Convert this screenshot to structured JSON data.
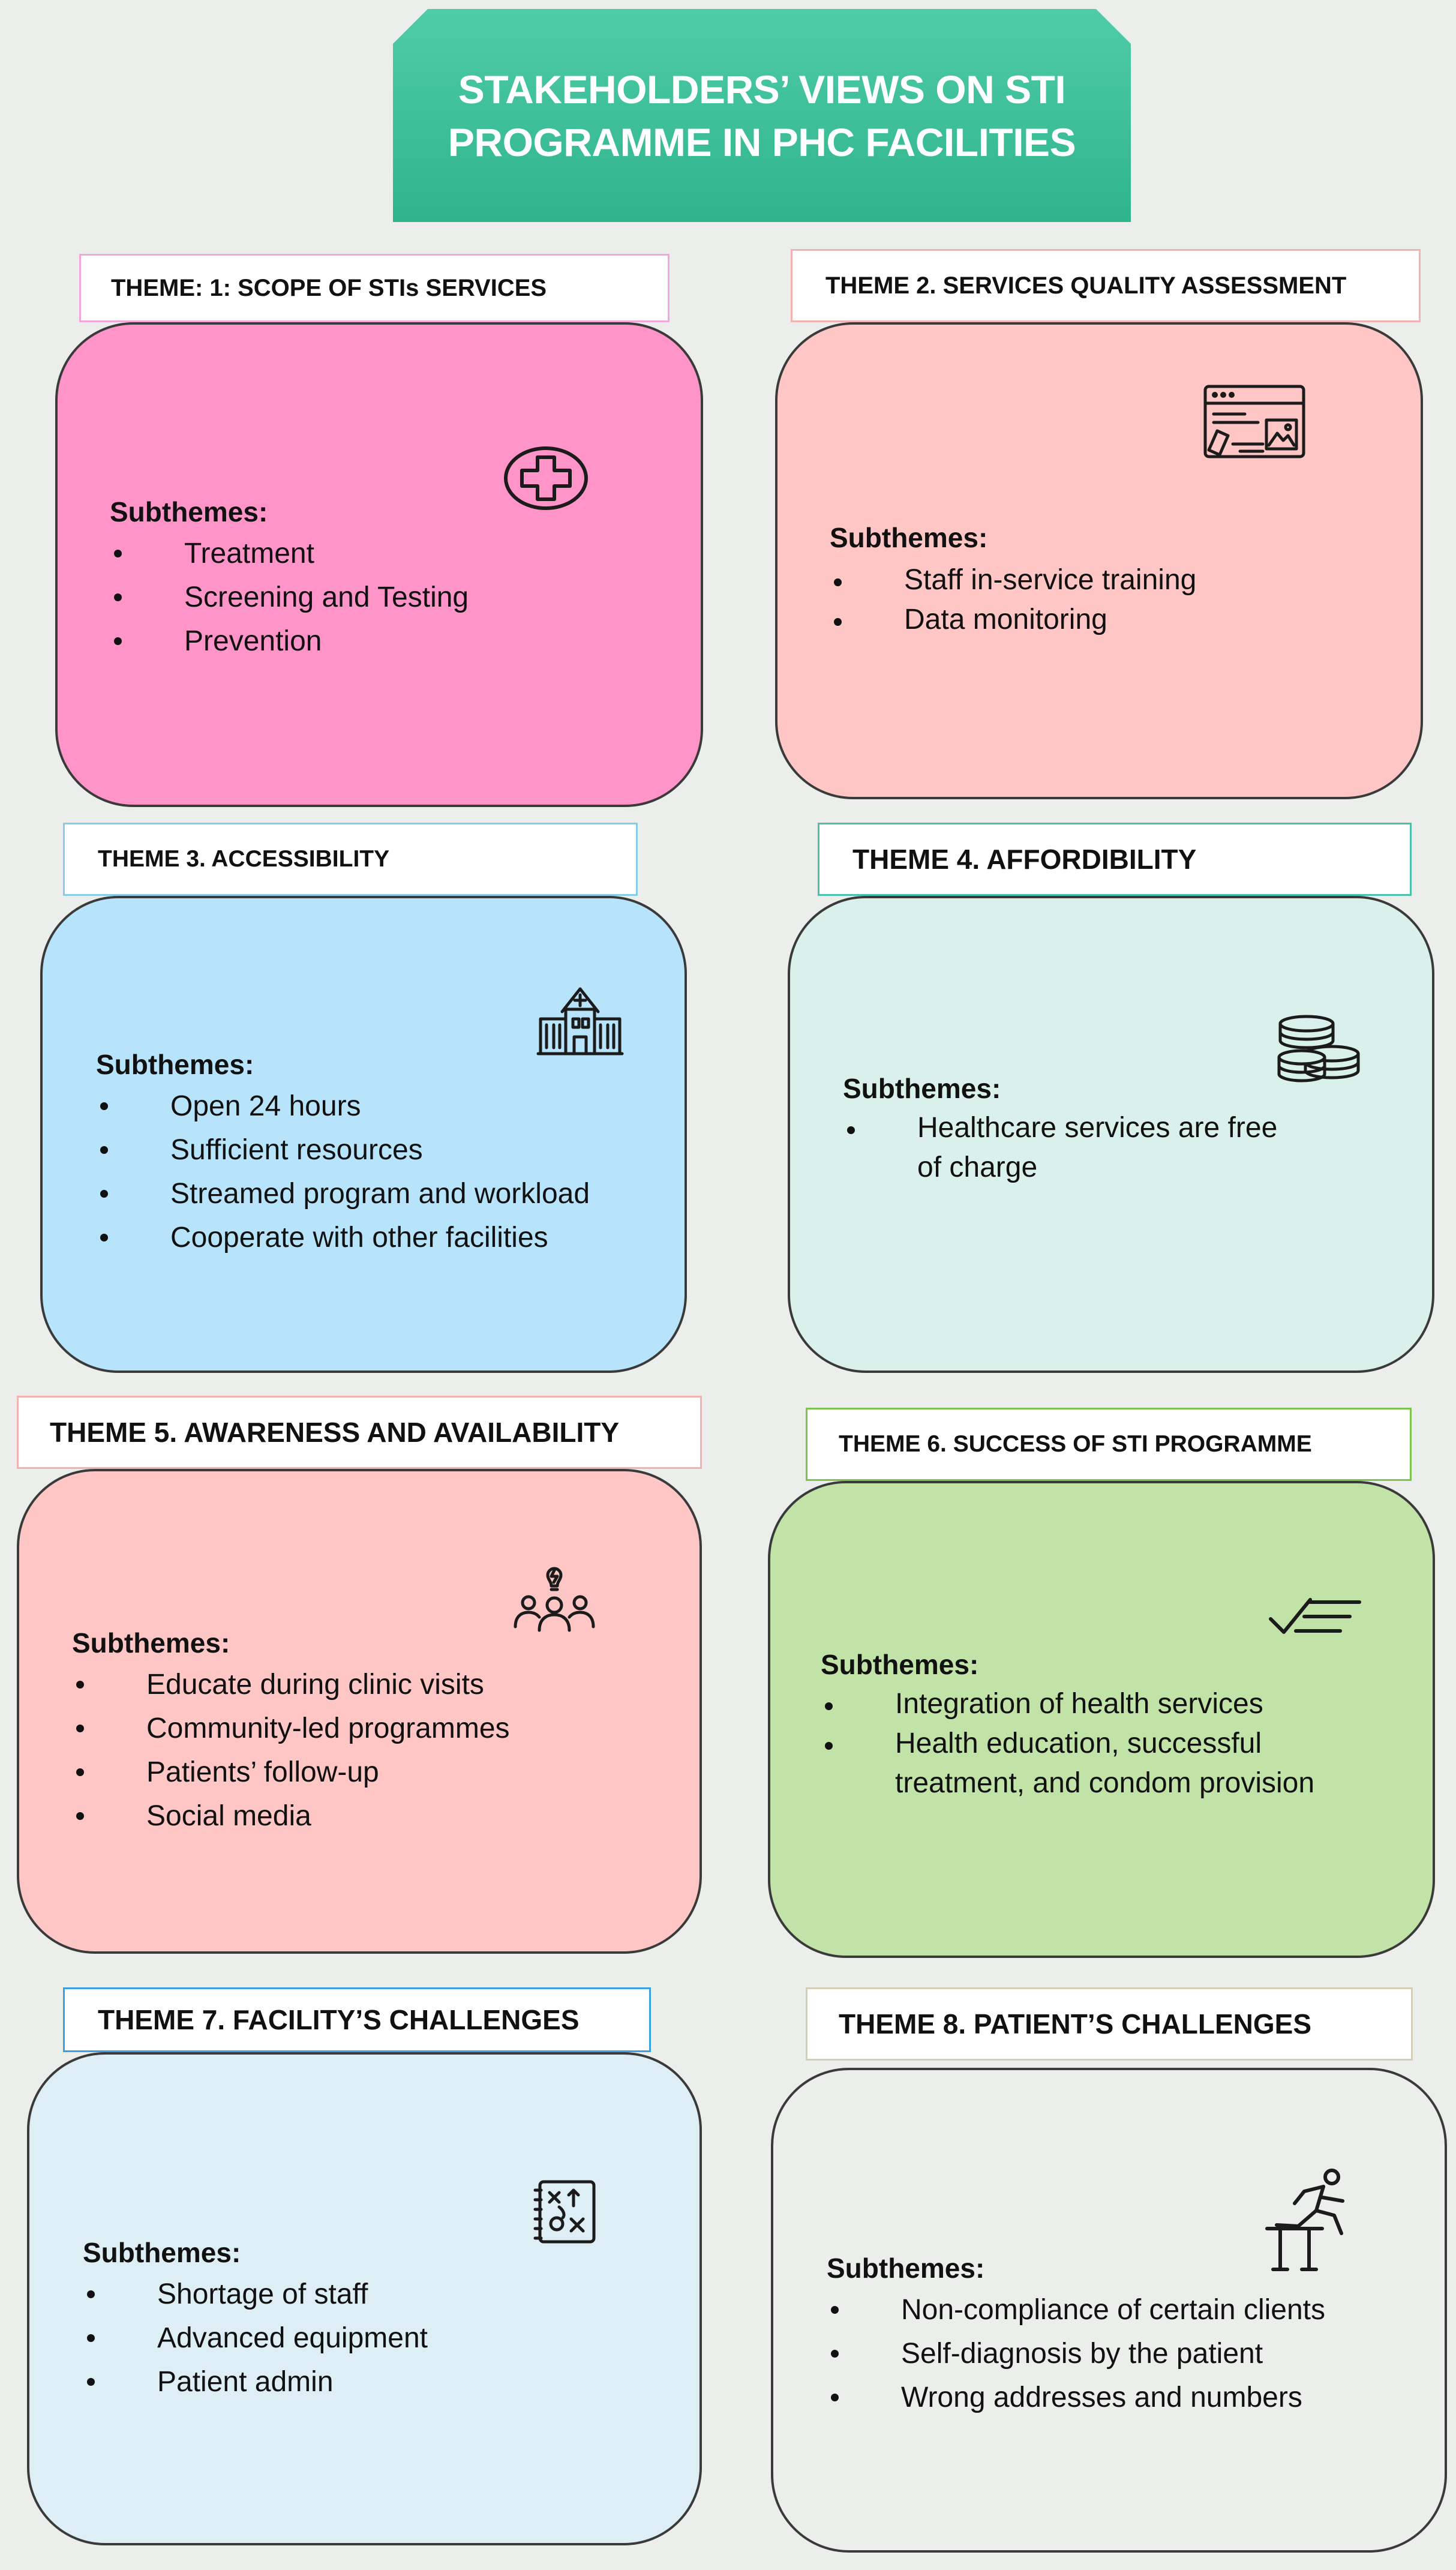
{
  "title": "STAKEHOLDERS’ VIEWS ON STI PROGRAMME IN PHC FACILITIES",
  "colors": {
    "banner": "#3dc39b",
    "theme1_card": "#ff94c9",
    "theme2_card": "#ffc6c6",
    "theme3_card": "#b8e4fb",
    "theme4_card": "#daf1eb",
    "theme5_card": "#ffc6c6",
    "theme6_card": "#c1e3a8",
    "theme7_card": "#ddeef4",
    "theme8_card": "#ebeeeb"
  },
  "themes": [
    {
      "label": "THEME: 1: SCOPE OF STIs SERVICES",
      "subthemes_heading": "Subthemes:",
      "subthemes": [
        "Treatment",
        "Screening and Testing",
        "Prevention"
      ],
      "icon": "medical-cross-icon"
    },
    {
      "label": "THEME 2. SERVICES QUALITY ASSESSMENT",
      "subthemes_heading": "Subthemes:",
      "subthemes": [
        "Staff in-service training",
        "Data monitoring"
      ],
      "icon": "web-form-icon"
    },
    {
      "label": "THEME 3. ACCESSIBILITY",
      "subthemes_heading": "Subthemes:",
      "subthemes": [
        "Open 24 hours",
        "Sufficient resources",
        "Streamed program and workload",
        "Cooperate with other facilities"
      ],
      "icon": "hospital-building-icon"
    },
    {
      "label": "THEME 4. AFFORDIBILITY",
      "subthemes_heading": "Subthemes:",
      "subthemes": [
        "Healthcare services are free of charge"
      ],
      "icon": "coins-icon"
    },
    {
      "label": "THEME 5. AWARENESS AND AVAILABILITY",
      "subthemes_heading": "Subthemes:",
      "subthemes": [
        "Educate during clinic visits",
        "Community-led programmes",
        "Patients’ follow-up",
        "Social media"
      ],
      "icon": "community-idea-icon"
    },
    {
      "label": "THEME 6. SUCCESS OF STI PROGRAMME",
      "subthemes_heading": "Subthemes:",
      "subthemes": [
        "Integration of health services",
        "Health education, successful treatment, and condom provision"
      ],
      "icon": "checklist-icon"
    },
    {
      "label": "THEME 7. FACILITY’S CHALLENGES",
      "subthemes_heading": "Subthemes:",
      "subthemes": [
        "Shortage of staff",
        "Advanced equipment",
        "Patient admin"
      ],
      "icon": "strategy-board-icon"
    },
    {
      "label": "THEME 8. PATIENT’S CHALLENGES",
      "subthemes_heading": "Subthemes:",
      "subthemes": [
        "Non-compliance of certain clients",
        "Self-diagnosis by the patient",
        "Wrong addresses and numbers"
      ],
      "icon": "hurdle-runner-icon"
    }
  ]
}
